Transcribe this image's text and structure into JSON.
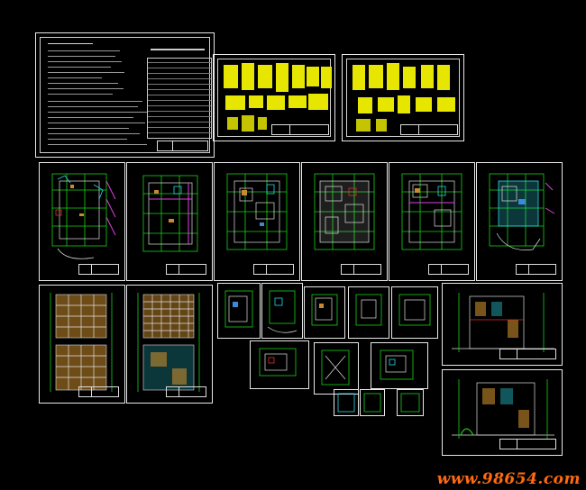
{
  "watermark": "www.98654.com",
  "colors": {
    "background": "#000000",
    "frame": "#e8e8e8",
    "grid": "#19d219",
    "wall": "#e0e0e0",
    "accent_cyan": "#2bd6e6",
    "accent_magenta": "#e040e0",
    "table_fill": "#e6e600",
    "watermark": "#ff6a10"
  },
  "sheets": [
    {
      "id": "design-notes",
      "kind": "text-notes"
    },
    {
      "id": "door-window-schedule-1",
      "kind": "yellow-schedule"
    },
    {
      "id": "door-window-schedule-2",
      "kind": "yellow-schedule"
    },
    {
      "id": "plan-1",
      "kind": "floor-plan"
    },
    {
      "id": "plan-2",
      "kind": "floor-plan"
    },
    {
      "id": "plan-3",
      "kind": "floor-plan"
    },
    {
      "id": "plan-4",
      "kind": "floor-plan"
    },
    {
      "id": "plan-5",
      "kind": "floor-plan"
    },
    {
      "id": "plan-6",
      "kind": "floor-plan"
    },
    {
      "id": "elevation-1",
      "kind": "elevation"
    },
    {
      "id": "elevation-2",
      "kind": "elevation"
    },
    {
      "id": "detail-cluster",
      "kind": "details"
    },
    {
      "id": "section-1",
      "kind": "section"
    },
    {
      "id": "section-2",
      "kind": "section"
    }
  ]
}
